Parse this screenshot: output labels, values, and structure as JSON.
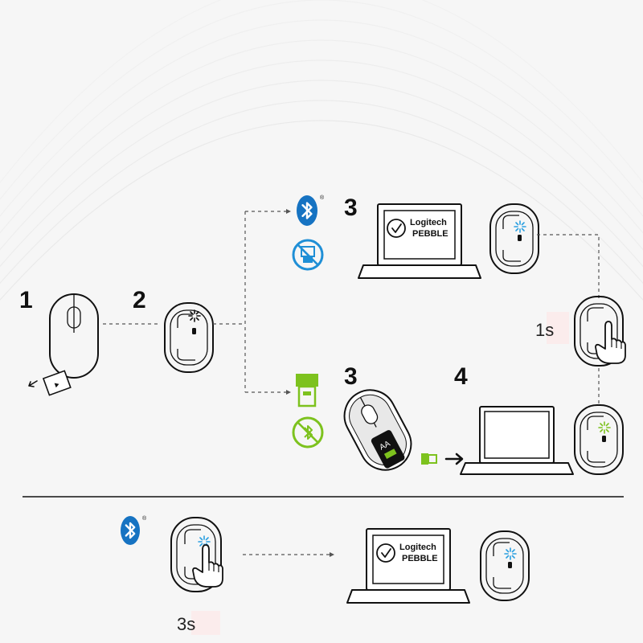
{
  "steps": {
    "one": "1",
    "two": "2",
    "three_bluetooth": "3",
    "three_receiver": "3",
    "four": "4"
  },
  "laptop_screen": {
    "brand": "Logitech",
    "model": "PEBBLE"
  },
  "laptop_screen_bottom": {
    "brand": "Logitech",
    "model": "PEBBLE"
  },
  "battery_label": "AA",
  "hold_times": {
    "short": "1s",
    "long": "3s"
  },
  "icons": {
    "bluetooth": "bluetooth-icon",
    "no_receiver": "no-receiver-icon",
    "usb_receiver": "usb-receiver-icon",
    "no_bluetooth": "no-bluetooth-icon",
    "registered_mark": "®"
  },
  "colors": {
    "bluetooth_blue": "#1673c2",
    "no_receiver_blue": "#1f8fd6",
    "receiver_green": "#7dc21e",
    "led_blue": "#2a9fe0",
    "led_green": "#7dc21e"
  }
}
